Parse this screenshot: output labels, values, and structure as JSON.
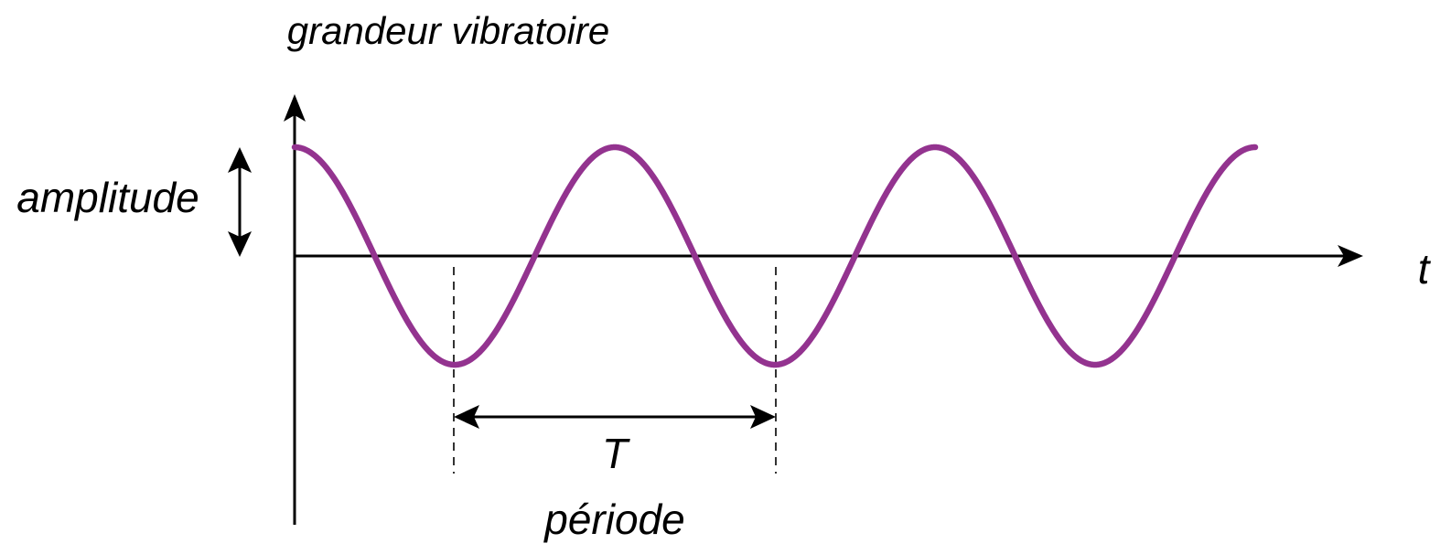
{
  "diagram": {
    "y_axis_label": "grandeur vibratoire",
    "x_axis_label": "t",
    "amplitude_label": "amplitude",
    "period_symbol": "T",
    "period_label": "période",
    "wave_shape": "cosine",
    "cycles_shown": 3,
    "colors": {
      "wave": "#93338f",
      "axes": "#000000"
    }
  }
}
